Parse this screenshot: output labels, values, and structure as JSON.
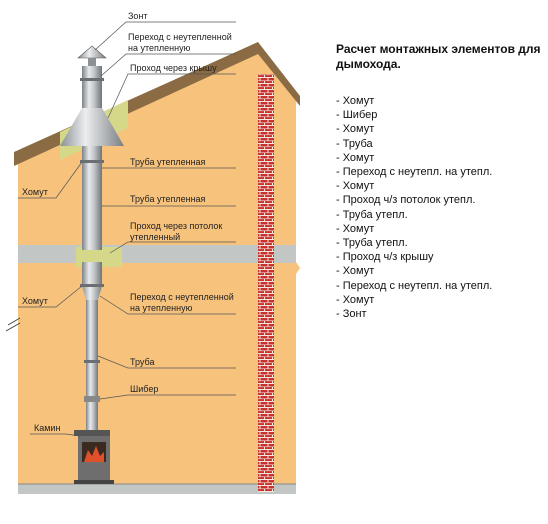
{
  "diagram": {
    "labels": {
      "umbrella": "Зонт",
      "transition_top_l1": "Переход с неутепленной",
      "transition_top_l2": "на утепленную",
      "roof_pass": "Проход через крышу",
      "pipe_insulated_1": "Труба утепленная",
      "clamp_1": "Хомут",
      "pipe_insulated_2": "Труба утепленная",
      "ceiling_pass_l1": "Проход через потолок",
      "ceiling_pass_l2": "утепленный",
      "clamp_2": "Хомут",
      "transition_low_l1": "Переход с неутепленной",
      "transition_low_l2": "на утепленную",
      "pipe": "Труба",
      "damper": "Шибер",
      "fireplace": "Камин"
    }
  },
  "panel": {
    "title": "Расчет монтажных элементов для дымохода.",
    "items": [
      "- Хомут",
      "- Шибер",
      "- Хомут",
      "- Труба",
      "- Хомут",
      "- Переход с неутепл. на утепл.",
      "- Хомут",
      "- Проход ч/з потолок утепл.",
      "- Труба утепл.",
      "- Хомут",
      "- Труба утепл.",
      "- Проход ч/з крышу",
      "- Хомут",
      "- Переход с неутепл. на утепл.",
      "- Хомут",
      "- Зонт"
    ]
  },
  "colors": {
    "wall": "#F6C27C",
    "roof": "#8A6B43",
    "insulation": "#D6D889",
    "floor_slab": "#C2C6C4",
    "brick": "#C8322E",
    "pipe": "#B8BCC0",
    "stove": "#6E6E6E",
    "fire": "#E0502A"
  }
}
